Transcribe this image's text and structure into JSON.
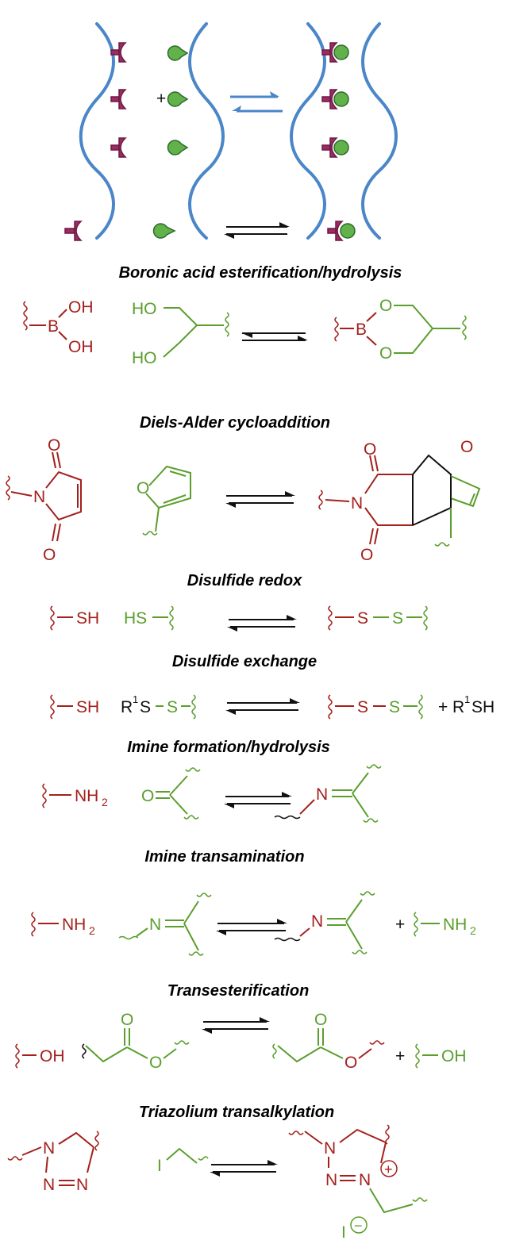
{
  "top_scheme": {
    "plus": "+"
  },
  "reactions": [
    {
      "title": "Boronic acid esterification/hydrolysis",
      "labels": {
        "oh1": "OH",
        "oh2": "OH",
        "b": "B",
        "ho1": "HO",
        "ho2": "HO",
        "pb": "B",
        "po1": "O",
        "po2": "O"
      }
    },
    {
      "title": "Diels-Alder cycloaddition",
      "labels": {
        "o1": "O",
        "n": "N",
        "o2": "O",
        "fo": "O",
        "po1": "O",
        "pn": "N",
        "po2": "O",
        "pbridge": "O"
      }
    },
    {
      "title": "Disulfide redox",
      "labels": {
        "sh": "SH",
        "hs": "HS",
        "s1": "S",
        "s2": "S"
      }
    },
    {
      "title": "Disulfide exchange",
      "labels": {
        "sh": "SH",
        "r1s_r": "R",
        "r1s_1": "1",
        "r1s_s": "S",
        "s": "S",
        "ps1": "S",
        "ps2": "S",
        "plus": "+",
        "r1sh_r": "R",
        "r1sh_1": "1",
        "r1sh_sh": "SH"
      }
    },
    {
      "title": "Imine formation/hydrolysis",
      "labels": {
        "nh": "NH",
        "nh2": "2",
        "o": "O",
        "n": "N"
      }
    },
    {
      "title": "Imine transamination",
      "labels": {
        "nh": "NH",
        "nh2": "2",
        "n": "N",
        "pn": "N",
        "plus": "+",
        "pnh": "NH",
        "pnh2": "2"
      }
    },
    {
      "title": "Transesterification",
      "labels": {
        "oh": "OH",
        "o1": "O",
        "o2": "O",
        "po1": "O",
        "po2": "O",
        "plus": "+",
        "poh": "OH"
      }
    },
    {
      "title": "Triazolium transalkylation",
      "labels": {
        "n1": "N",
        "n2": "N",
        "n3": "N",
        "i": "I",
        "pn1": "N",
        "pn2": "N",
        "pn3": "N",
        "plus_charge": "+",
        "pi": "I",
        "minus_charge": "−"
      }
    }
  ]
}
